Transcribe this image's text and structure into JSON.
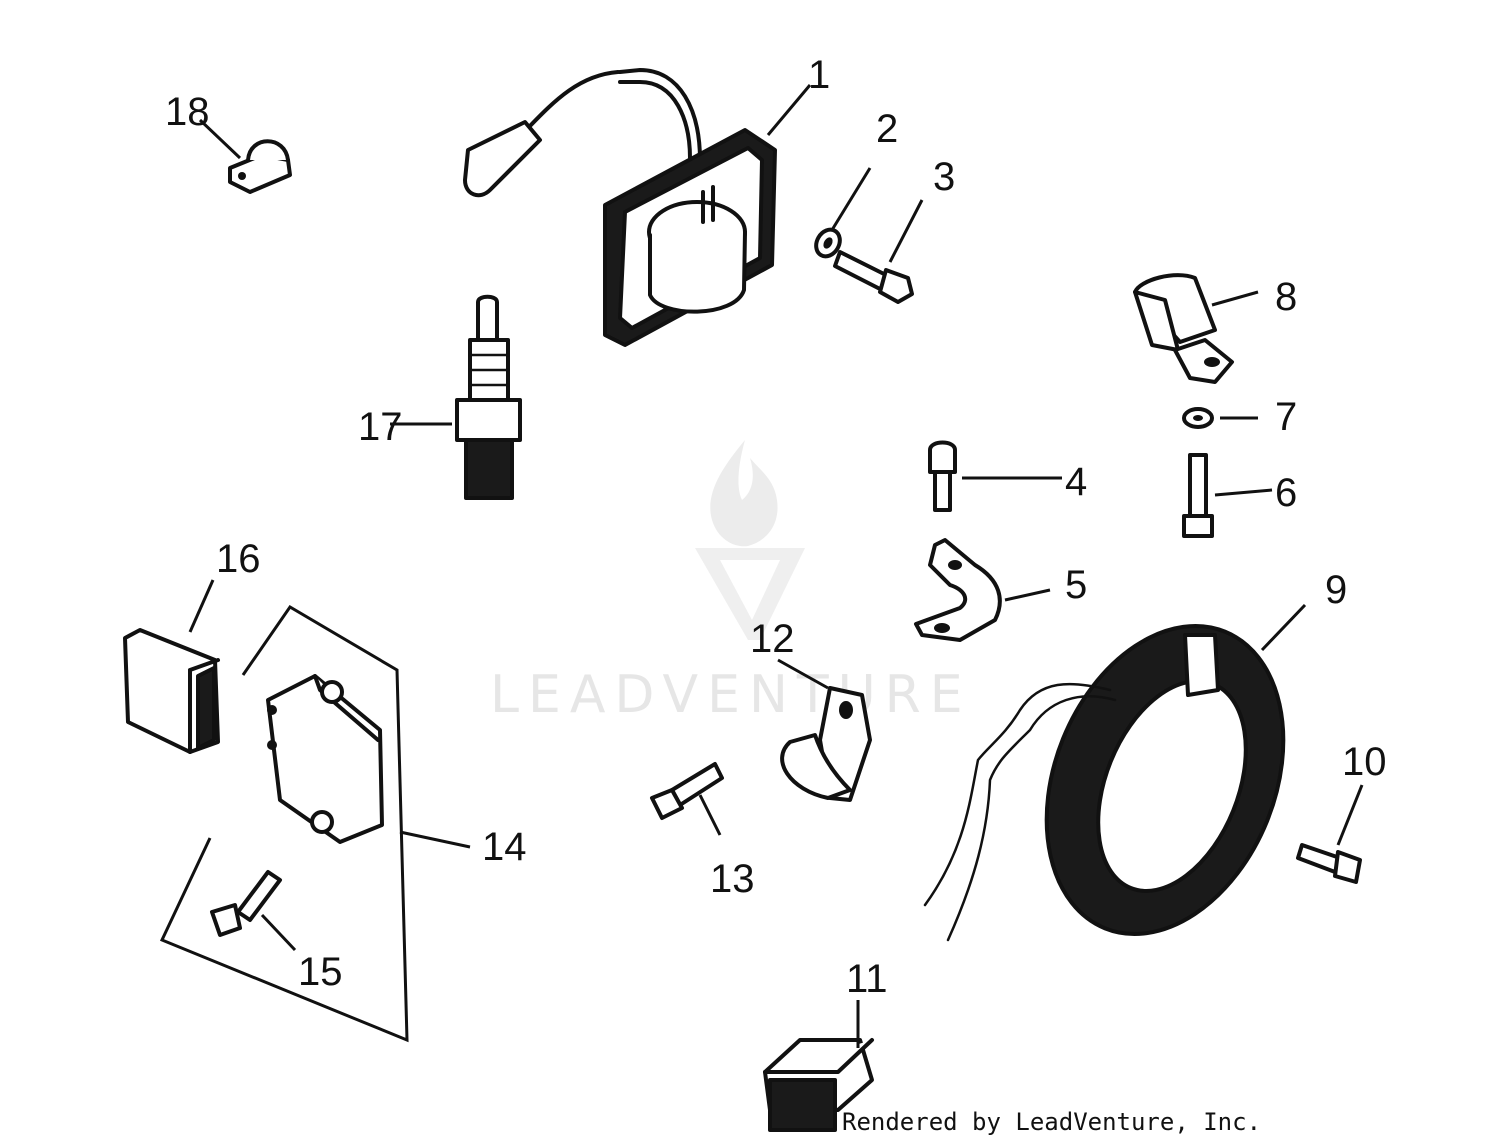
{
  "callouts": [
    "1",
    "2",
    "3",
    "4",
    "5",
    "6",
    "7",
    "8",
    "9",
    "10",
    "11",
    "12",
    "13",
    "14",
    "15",
    "16",
    "17",
    "18"
  ],
  "watermark": {
    "brand": "LEADVENTURE",
    "color": "#e6e6e6"
  },
  "credit": "Rendered by LeadVenture, Inc."
}
